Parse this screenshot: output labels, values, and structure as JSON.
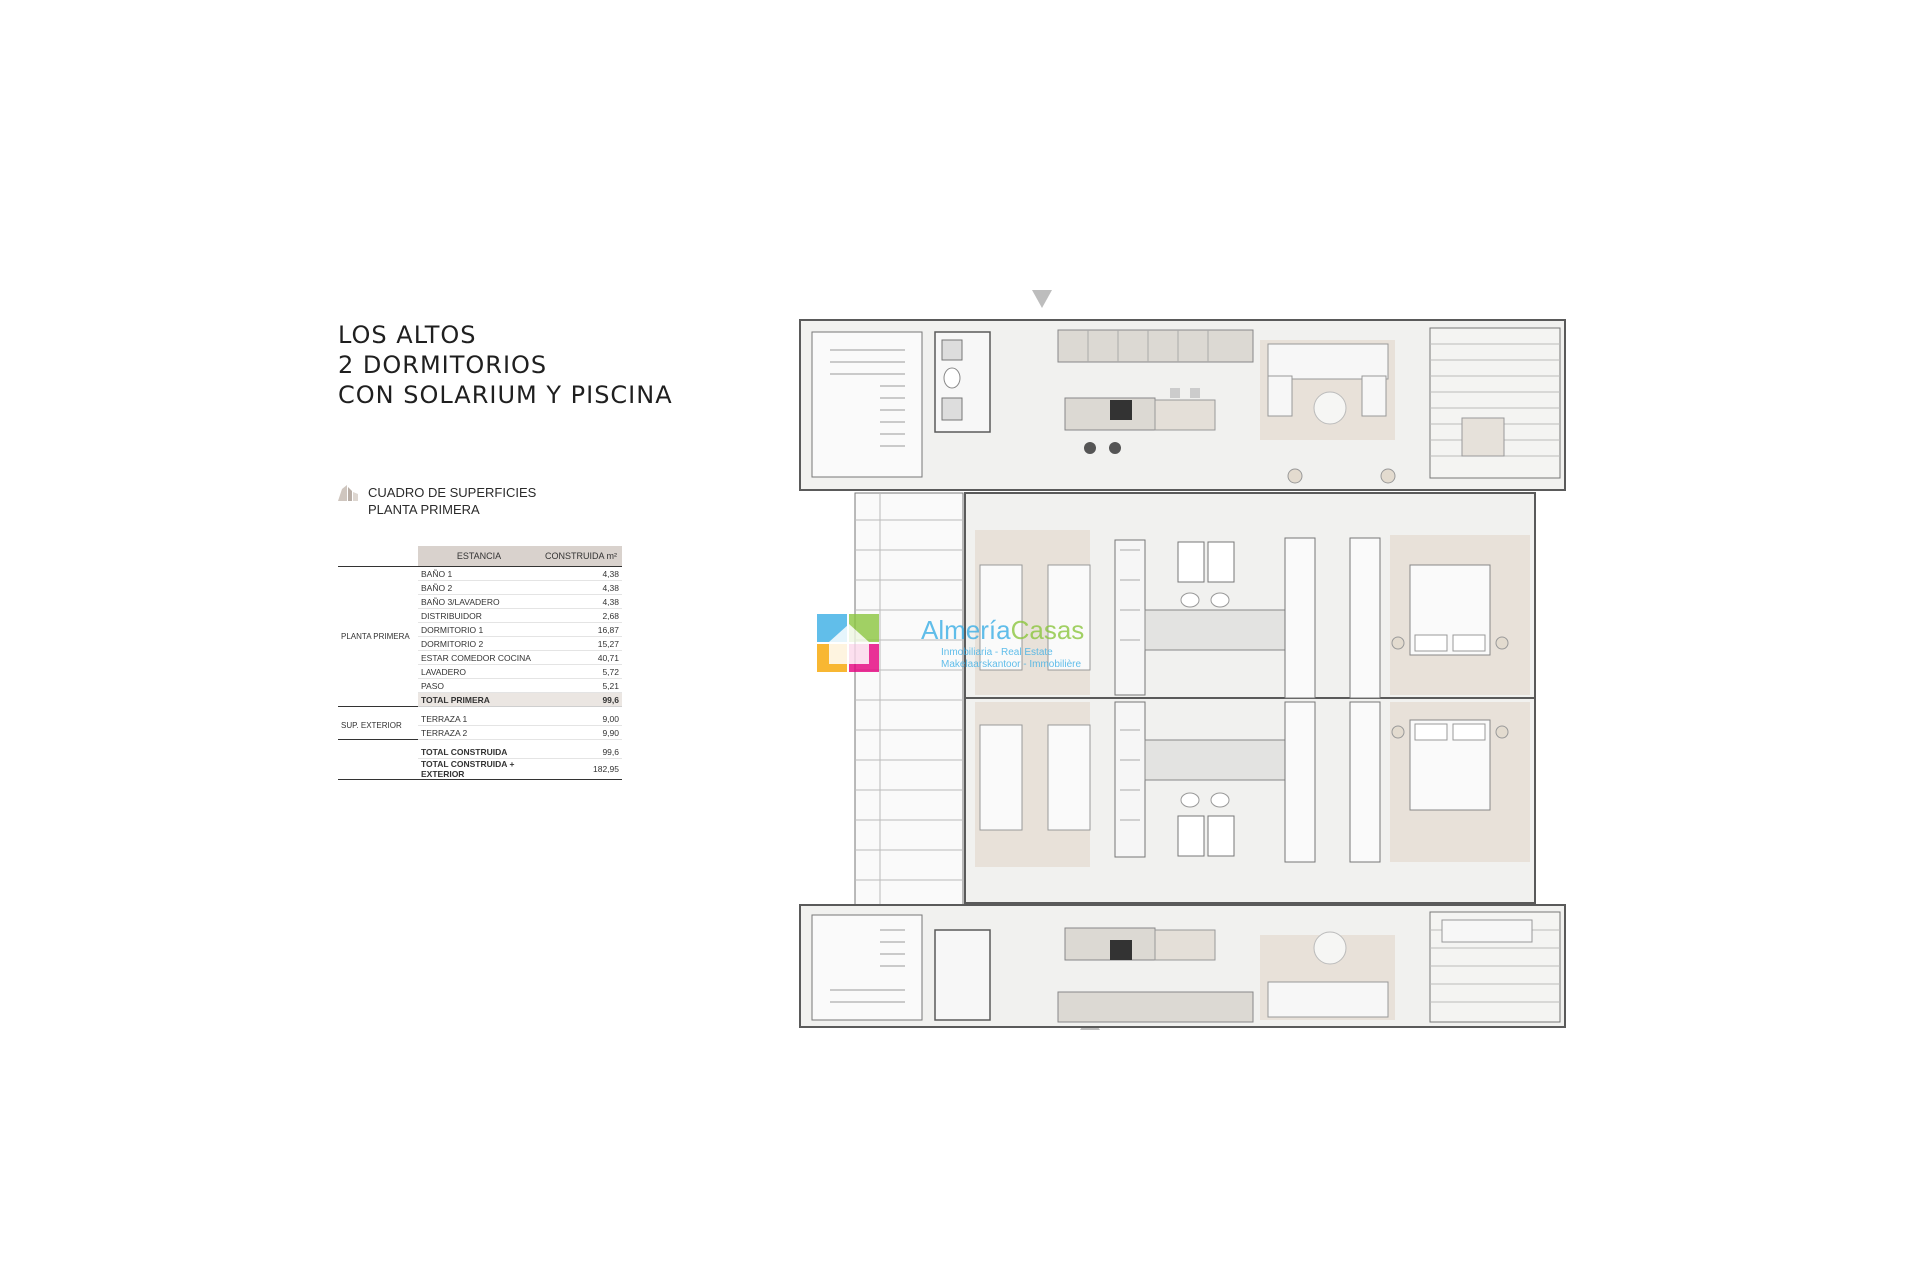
{
  "title": {
    "line1": "LOS ALTOS",
    "line2": "2 DORMITORIOS",
    "line3": "CON SOLARIUM Y PISCINA"
  },
  "section": {
    "line1": "CUADRO DE SUPERFICIES",
    "line2": "PLANTA PRIMERA",
    "icon": "building-icon"
  },
  "table": {
    "headers": {
      "room": "ESTANCIA",
      "area": "CONSTRUIDA m²"
    },
    "group_primera": "PLANTA PRIMERA",
    "rows_primera": [
      {
        "room": "BAÑO 1",
        "area": "4,38"
      },
      {
        "room": "BAÑO 2",
        "area": "4,38"
      },
      {
        "room": "BAÑO 3/LAVADERO",
        "area": "4,38"
      },
      {
        "room": "DISTRIBUIDOR",
        "area": "2,68"
      },
      {
        "room": "DORMITORIO 1",
        "area": "16,87"
      },
      {
        "room": "DORMITORIO 2",
        "area": "15,27"
      },
      {
        "room": "ESTAR COMEDOR COCINA",
        "area": "40,71"
      },
      {
        "room": "LAVADERO",
        "area": "5,72"
      },
      {
        "room": "PASO",
        "area": "5,21"
      }
    ],
    "total_primera": {
      "room": "TOTAL PRIMERA",
      "area": "99,6"
    },
    "group_exterior": "SUP. EXTERIOR",
    "rows_exterior": [
      {
        "room": "TERRAZA 1",
        "area": "9,00"
      },
      {
        "room": "TERRAZA 2",
        "area": "9,90"
      }
    ],
    "total_construida": {
      "room": "TOTAL CONSTRUIDA",
      "area": "99,6"
    },
    "total_construida_exterior": {
      "room": "TOTAL CONSTRUIDA + EXTERIOR",
      "area": "182,95"
    }
  },
  "watermark": {
    "brand_a": "Almería",
    "brand_b": "Casas",
    "tagline1": "Inmobiliaria - Real Estate",
    "tagline2": "Makelaarskantoor - Immobilière",
    "colors": {
      "blue": "#3aaee6",
      "green": "#8cc63f",
      "pink": "#e6007e",
      "orange": "#f7a600"
    }
  },
  "colors": {
    "wall": "#5a5a5a",
    "floor": "#f1f1ef",
    "rug": "#e8e1d9",
    "furniture": "#dcd9d3",
    "table_header": "#d9d2cd"
  }
}
